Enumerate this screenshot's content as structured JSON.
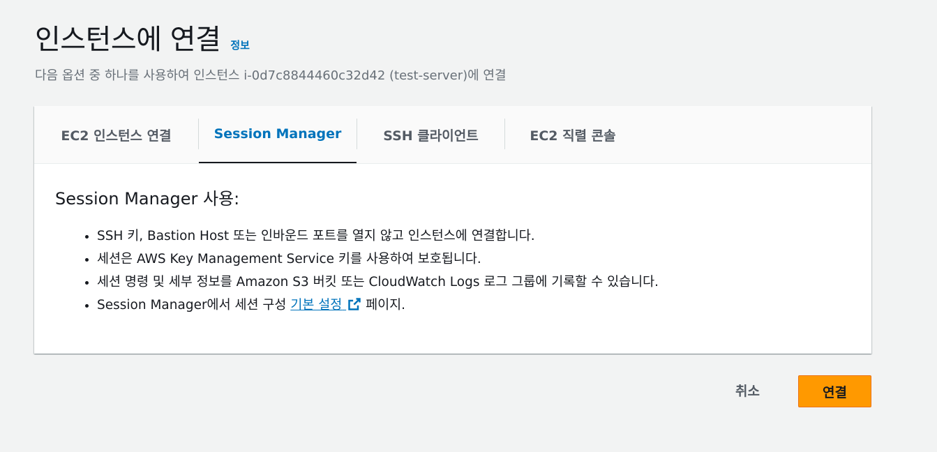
{
  "header": {
    "title": "인스턴스에 연결",
    "info_label": "정보",
    "subtitle": "다음 옵션 중 하나를 사용하여 인스턴스 i-0d7c8844460c32d42 (test-server)에 연결"
  },
  "tabs": [
    {
      "label": "EC2 인스턴스 연결",
      "active": false
    },
    {
      "label": "Session Manager",
      "active": true
    },
    {
      "label": "SSH 클라이언트",
      "active": false
    },
    {
      "label": "EC2 직렬 콘솔",
      "active": false
    }
  ],
  "content": {
    "heading": "Session Manager 사용:",
    "bullets": [
      "SSH 키, Bastion Host 또는 인바운드 포트를 열지 않고 인스턴스에 연결합니다.",
      "세션은 AWS Key Management Service 키를 사용하여 보호됩니다.",
      "세션 명령 및 세부 정보를 Amazon S3 버킷 또는 CloudWatch Logs 로그 그룹에 기록할 수 있습니다."
    ],
    "last_bullet": {
      "prefix": "Session Manager에서 세션 구성 ",
      "link_text": "기본 설정",
      "suffix": " 페이지."
    },
    "link_icon": "external-link-icon"
  },
  "footer": {
    "cancel_label": "취소",
    "connect_label": "연결"
  },
  "colors": {
    "background": "#f2f3f3",
    "link": "#0073bb",
    "primary_button": "#ff9900",
    "tab_active_underline": "#16191f"
  }
}
